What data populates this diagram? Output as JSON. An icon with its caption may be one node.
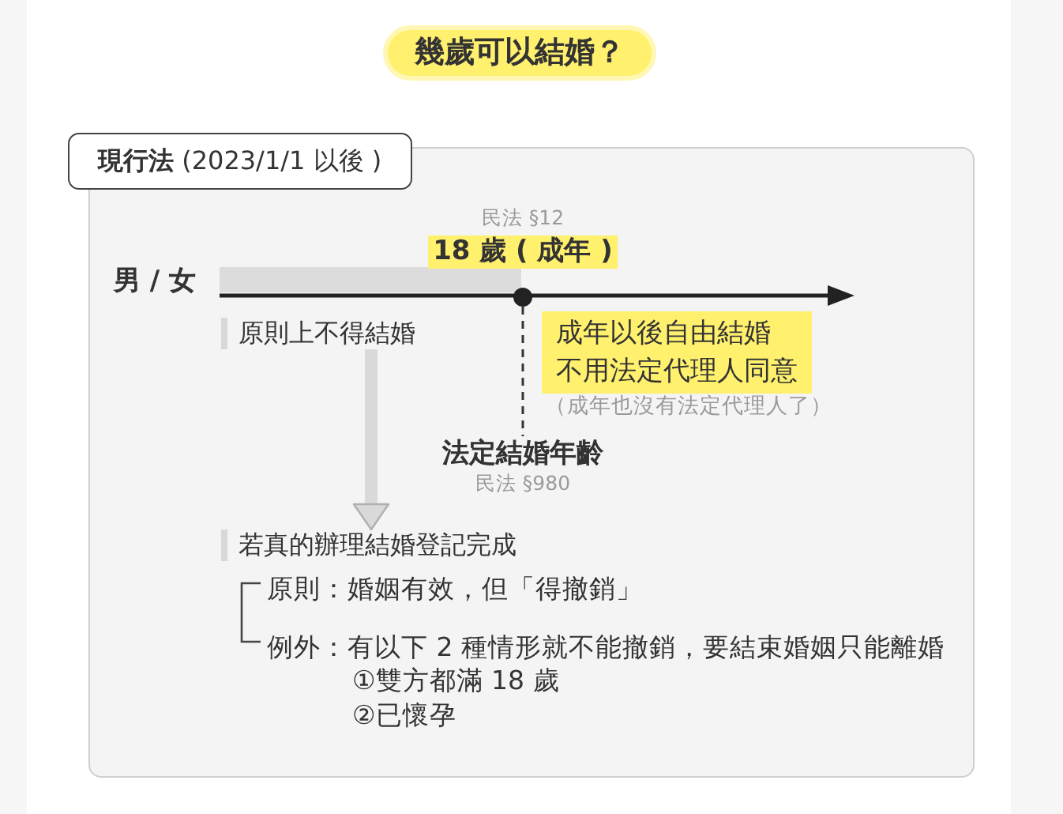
{
  "diagram": {
    "title": "幾歲可以結婚？",
    "nodes": [
      {
        "text": [
          "**現行法** (2023/1/1 以後 )"
        ]
      },
      {
        "text": [
          "18 歲 ( 成年 )"
        ],
        "beside": [
          "民法 §12"
        ],
        "in": 0
      },
      {
        "text": [],
        "shape": "circle",
        "in": 0
      },
      {
        "text": [
          "原則上不得結婚"
        ],
        "in": 0
      },
      {
        "text": [
          "成年以後自由結婚",
          "不用法定代理人同意"
        ],
        "beside": [
          "（成年也沒有法定代理人了）"
        ],
        "in": 0
      },
      {
        "text": [
          "法定結婚年齡"
        ],
        "beside": [
          "民法 §980"
        ],
        "in": 0
      },
      {
        "text": [
          "若真的辦理結婚登記完成"
        ],
        "in": 0
      }
    ],
    "edges": [
      {
        "from": 2,
        "to": 5,
        "arrow": "none",
        "style": "dashed"
      },
      {
        "from": 3,
        "to": 6,
        "arrow": "to",
        "style": "thick",
        "color": "#d9d9d9"
      }
    ],
    "labels": [
      "男 / 女",
      "原則：婚姻有效，但「得撤銷」",
      "例外：有以下 2 種情形就不能撤銷，要結束婚姻只能離婚",
      "①雙方都滿 18 歲",
      "②已懷孕"
    ]
  }
}
